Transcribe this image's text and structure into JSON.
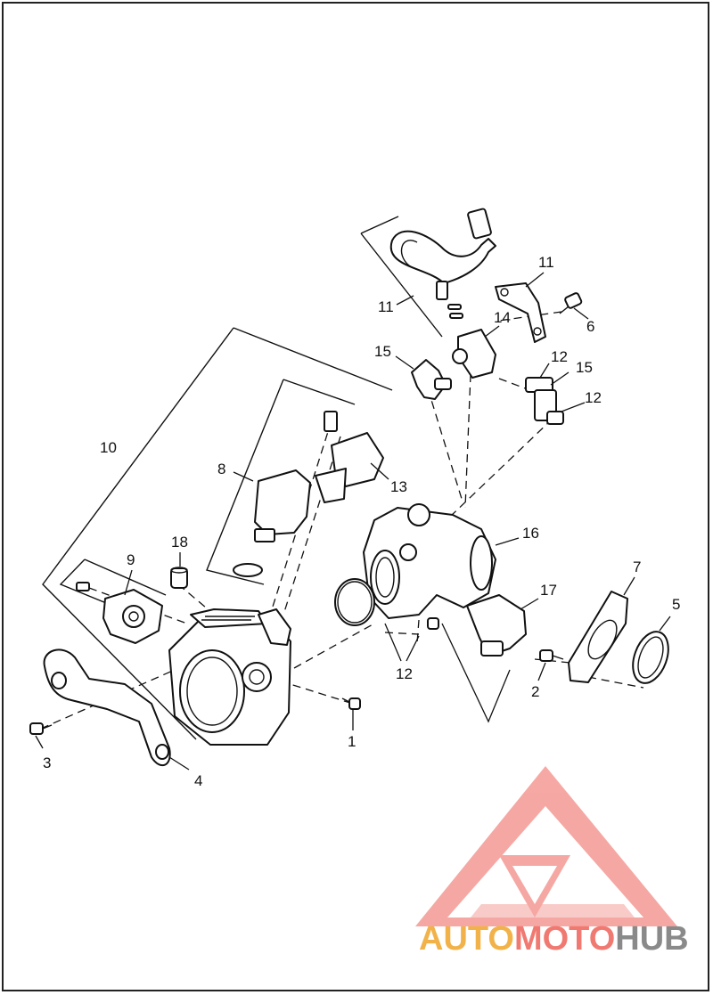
{
  "diagram": {
    "callouts": [
      {
        "id": "c1",
        "label": "1"
      },
      {
        "id": "c2",
        "label": "2"
      },
      {
        "id": "c3",
        "label": "3"
      },
      {
        "id": "c4",
        "label": "4"
      },
      {
        "id": "c5",
        "label": "5"
      },
      {
        "id": "c6",
        "label": "6"
      },
      {
        "id": "c7",
        "label": "7"
      },
      {
        "id": "c8",
        "label": "8"
      },
      {
        "id": "c9",
        "label": "9"
      },
      {
        "id": "c10",
        "label": "10"
      },
      {
        "id": "c11a",
        "label": "11"
      },
      {
        "id": "c11b",
        "label": "11"
      },
      {
        "id": "c12a",
        "label": "12"
      },
      {
        "id": "c12b",
        "label": "12"
      },
      {
        "id": "c12c",
        "label": "12"
      },
      {
        "id": "c13",
        "label": "13"
      },
      {
        "id": "c14",
        "label": "14"
      },
      {
        "id": "c15a",
        "label": "15"
      },
      {
        "id": "c15b",
        "label": "15"
      },
      {
        "id": "c16",
        "label": "16"
      },
      {
        "id": "c17",
        "label": "17"
      },
      {
        "id": "c18",
        "label": "18"
      }
    ]
  },
  "watermark": {
    "part1": "AUTO",
    "part2": "MOTO",
    "part3": "HUB",
    "colors": {
      "auto": "#f2b24a",
      "moto": "#f07a72",
      "hub": "#8a8a8a",
      "logo": "#f49a94"
    }
  }
}
